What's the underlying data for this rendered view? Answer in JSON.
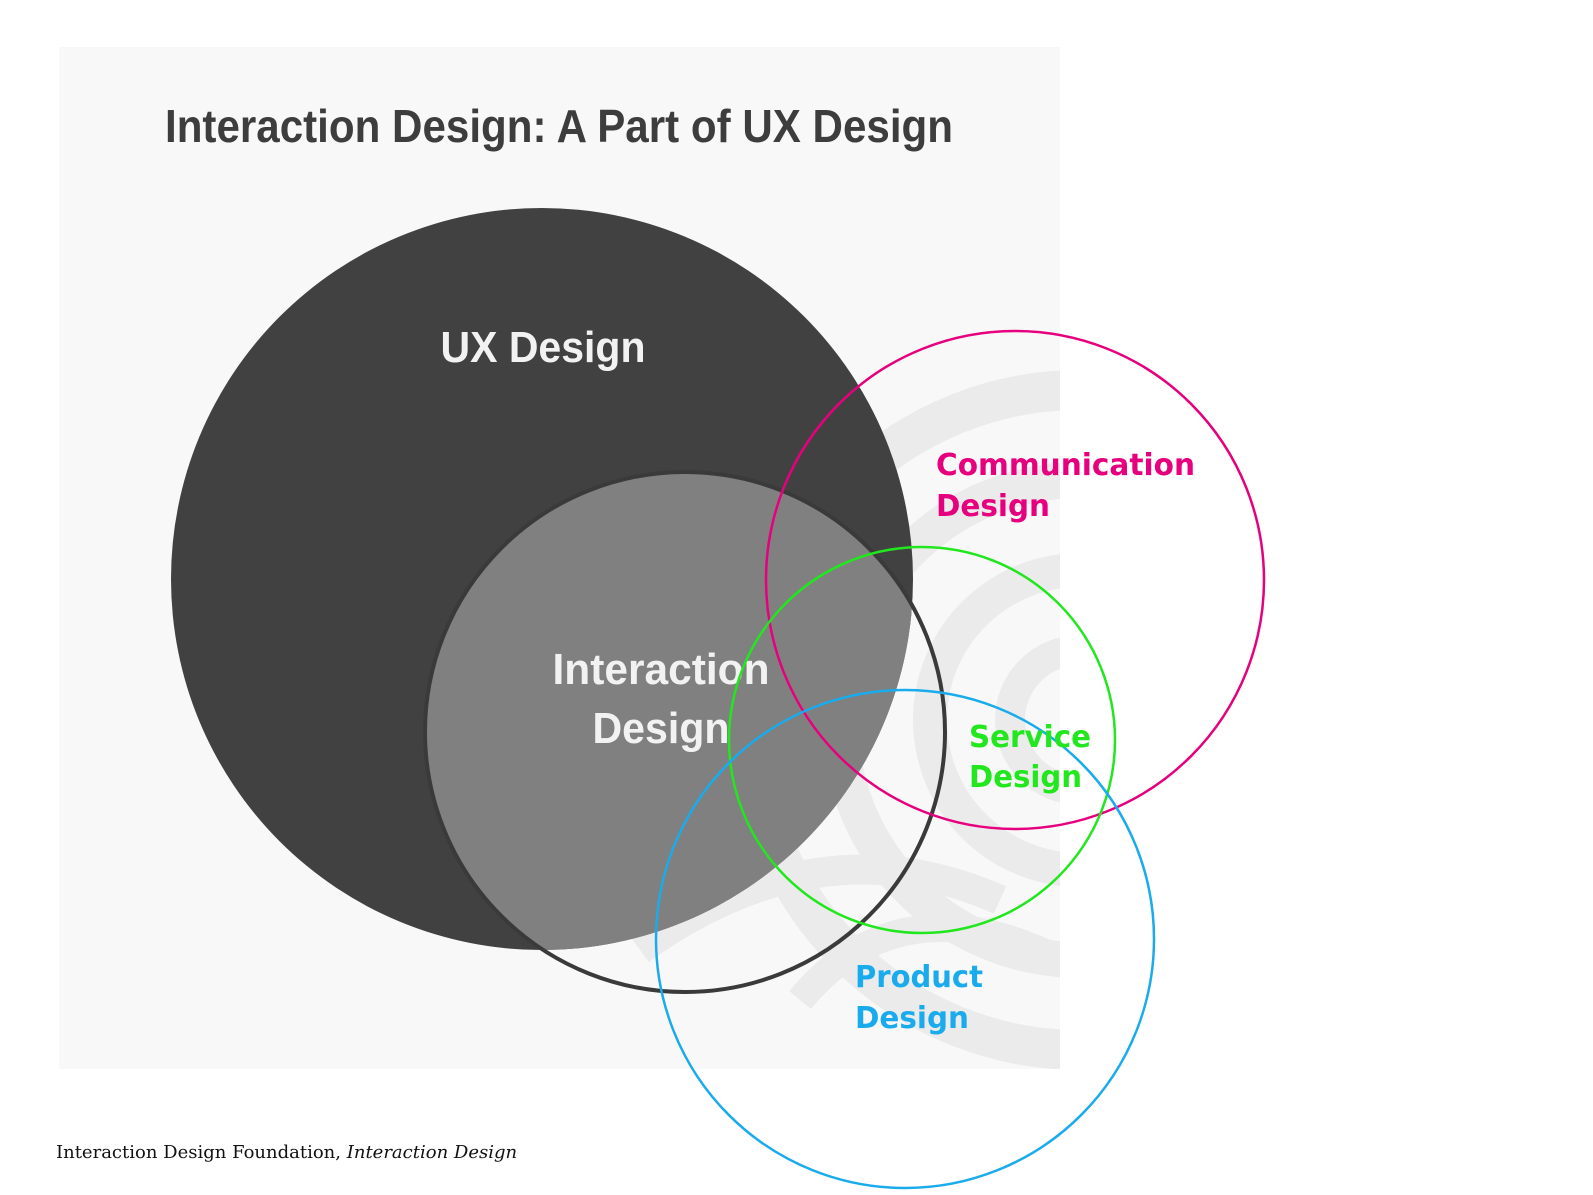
{
  "title": "Interaction Design: A Part of UX Design",
  "circles": {
    "ux": {
      "label": "UX Design",
      "color": "#414141"
    },
    "interaction": {
      "label_line1": "Interaction",
      "label_line2": "Design",
      "color": "#808080",
      "stroke": "#3a3a3a"
    },
    "communication": {
      "label_line1": "Communication",
      "label_line2": "Design",
      "color": "#e6007e"
    },
    "service": {
      "label_line1": "Service",
      "label_line2": "Design",
      "color": "#22e61e"
    },
    "product": {
      "label_line1": "Product",
      "label_line2": "Design",
      "color": "#1aabec"
    }
  },
  "caption": {
    "source": "Interaction Design Foundation,",
    "work": "Interaction Design"
  }
}
